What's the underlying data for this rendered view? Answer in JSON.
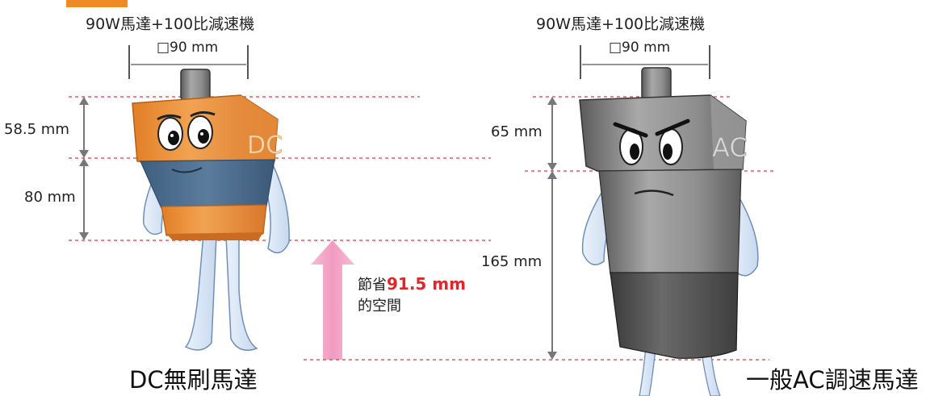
{
  "left": {
    "motor_title": "90W馬達+100比減速機",
    "flange_size": "□90 mm",
    "dim_top": "58.5 mm",
    "dim_bottom": "80 mm",
    "label_text": "DC",
    "caption": "DC無刷馬達"
  },
  "right": {
    "motor_title": "90W馬達+100比減速機",
    "flange_size": "□90 mm",
    "dim_top": "65 mm",
    "dim_bottom": "165 mm",
    "label_text": "AC",
    "caption": "一般AC調速馬達"
  },
  "saving": {
    "prefix": "節省",
    "value": "91.5 mm",
    "suffix": "的空間"
  },
  "colors": {
    "dc_orange": "#ec8f3a",
    "dc_band": "#4f6f8f",
    "ac_gray": "#8a8a8a",
    "dashed_line": "#e23a3a",
    "arrow_pink": "#f4a9c8",
    "highlight_red": "#e0262b"
  }
}
